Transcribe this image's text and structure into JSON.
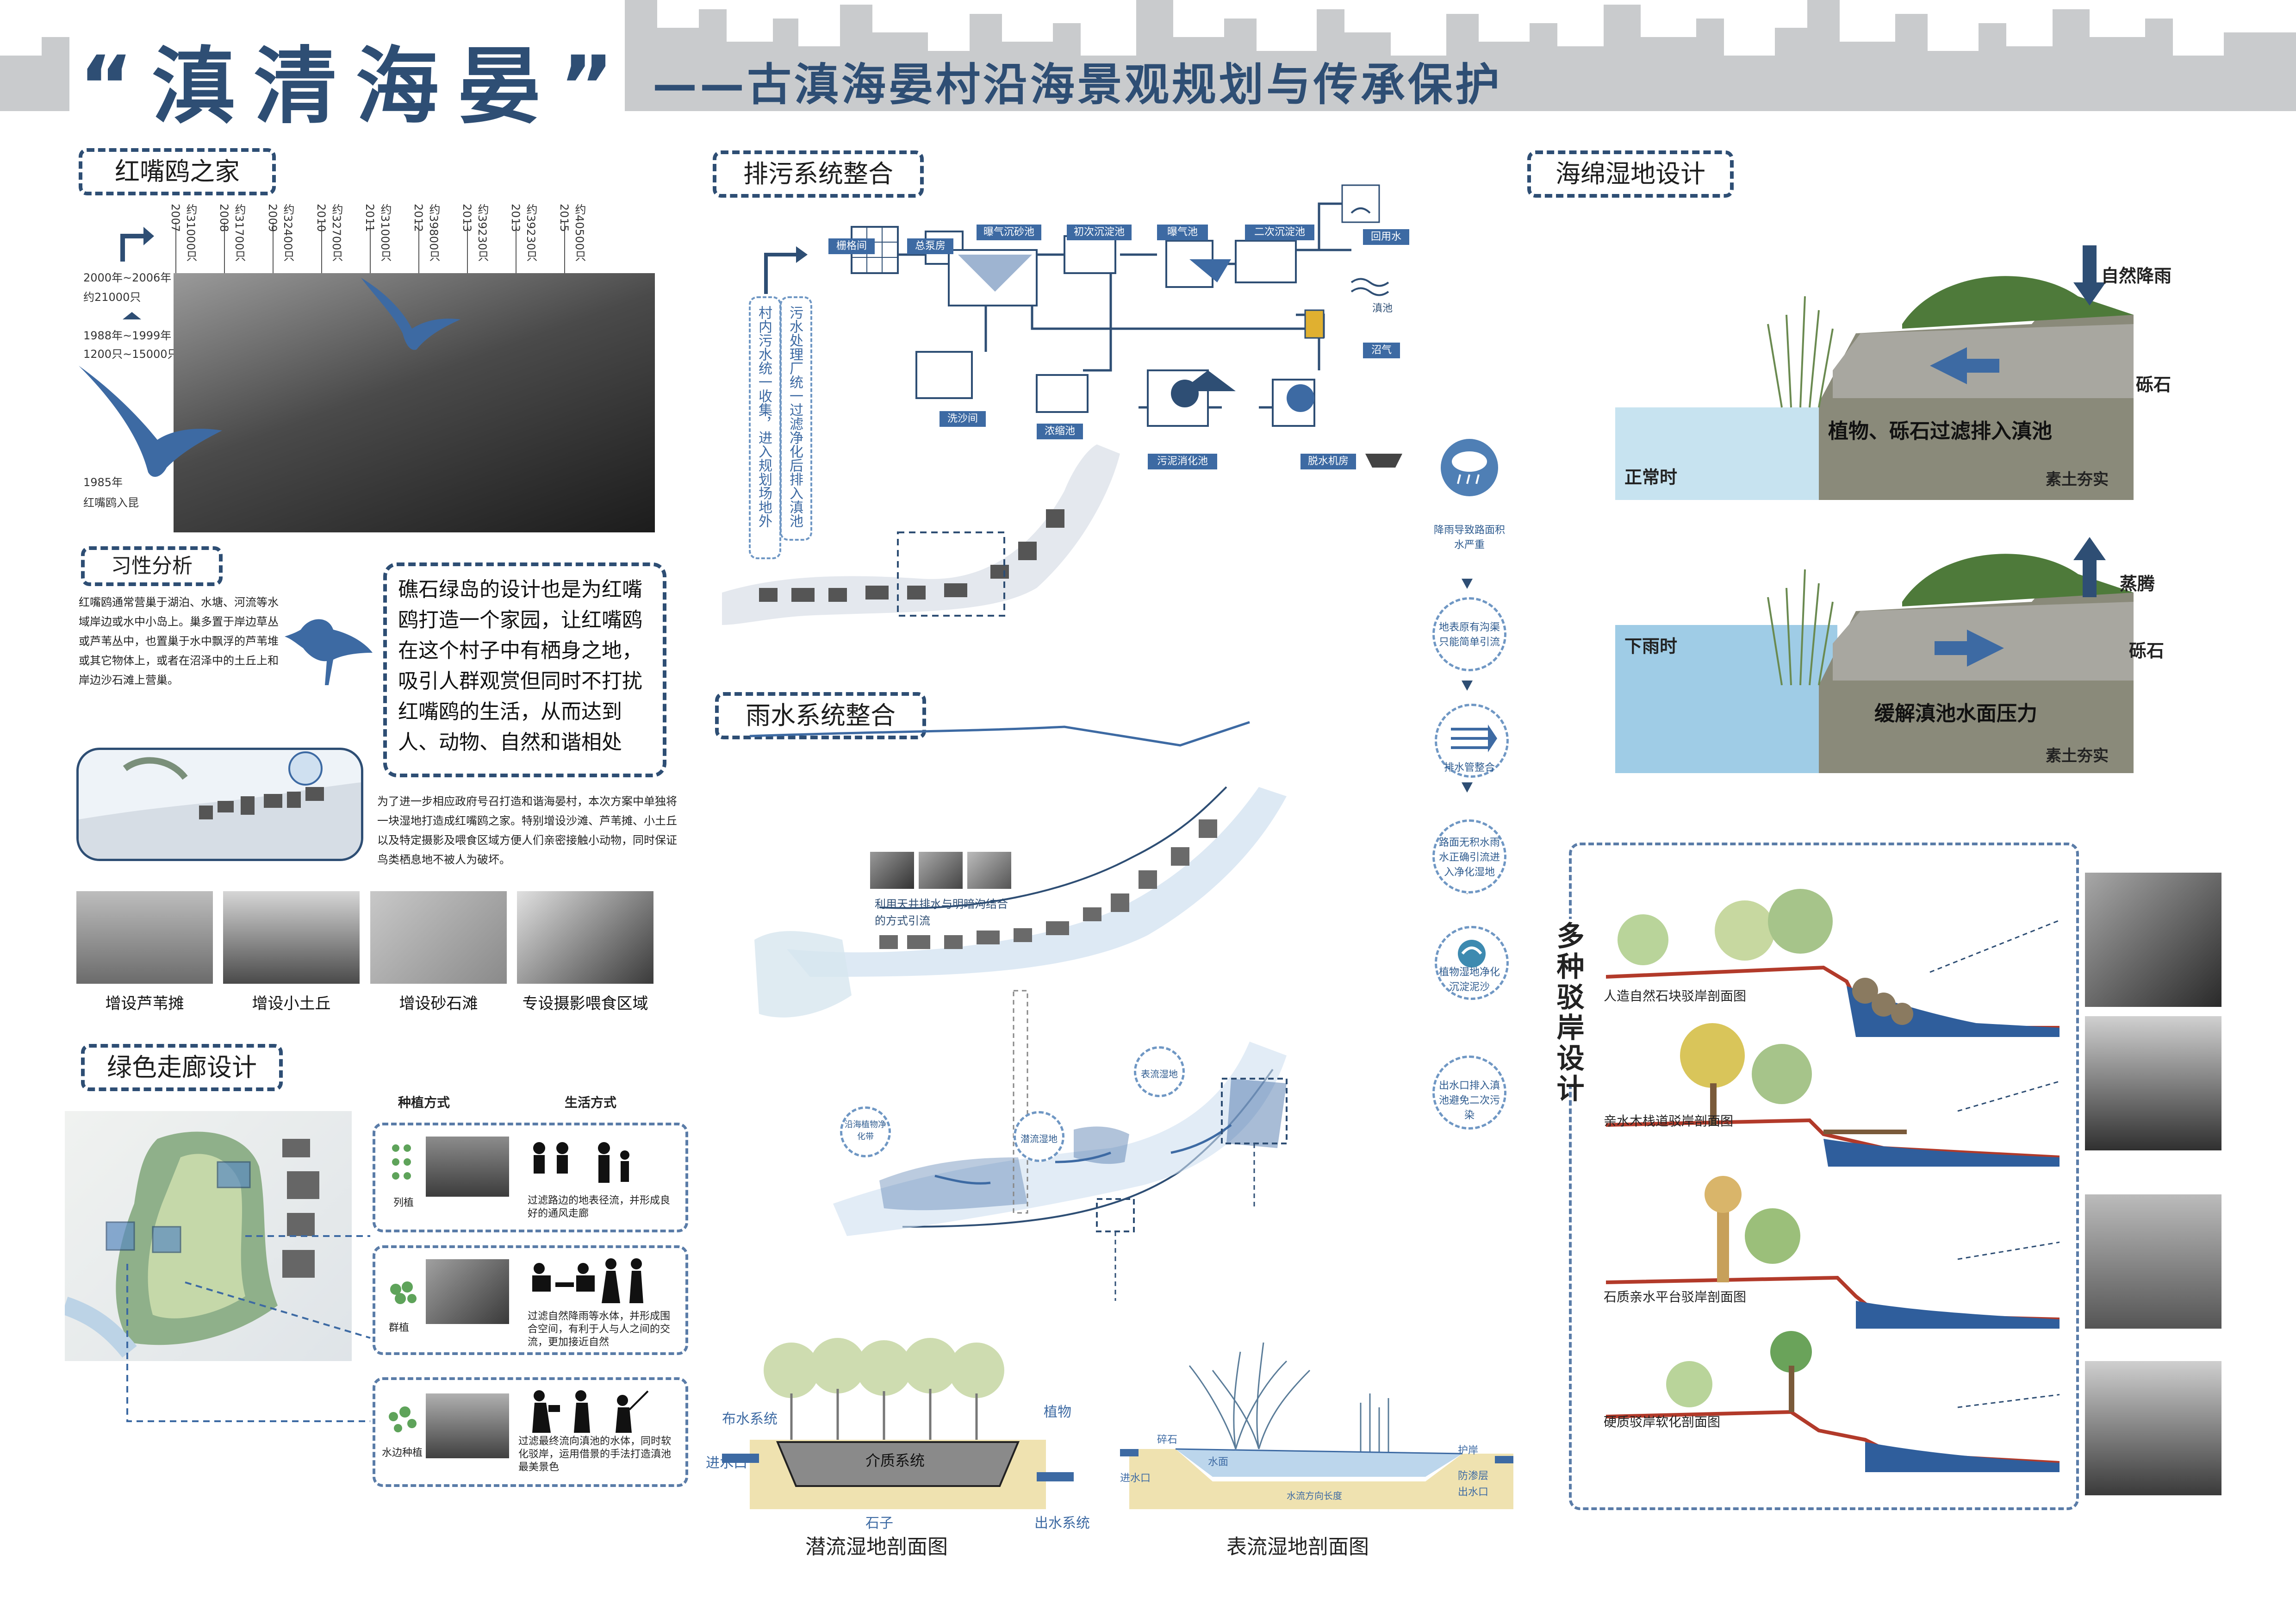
{
  "header": {
    "title": "“滇清海晏”",
    "subtitle": "——古滇海晏村沿海景观规划与传承保护"
  },
  "sections": {
    "gull_home": "红嘴鸥之家",
    "habits": "习性分析",
    "green_corridor": "绿色走廊设计",
    "sewage": "排污系统整合",
    "rain": "雨水系统整合",
    "sponge": "海绵湿地设计",
    "revetment": "多种驳岸设计"
  },
  "timeline": {
    "years": [
      "2007",
      "2008",
      "2009",
      "2010",
      "2011",
      "2012",
      "2013",
      "2013",
      "2015"
    ],
    "counts": [
      "约31000只",
      "约31700只",
      "约32400只",
      "约32700只",
      "约31000只",
      "约39800只",
      "约39230只",
      "约39230只",
      "约40500只"
    ],
    "note_2000": "2000年~2006年",
    "note_2000b": "约21000只",
    "note_1988": "1988年~1999年",
    "note_1988b": "1200只~15000只",
    "note_1985": "1985年",
    "note_1985b": "红嘴鸥入昆"
  },
  "habits_text": "红嘴鸥通常营巢于湖泊、水塘、河流等水域岸边或水中小岛上。巢多置于岸边草丛或芦苇丛中，也置巢于水中飘浮的芦苇堆或其它物体上，或者在沼泽中的土丘上和岸边沙石滩上营巢。",
  "callout": "礁石绿岛的设计也是为红嘴鸥打造一个家园，让红嘴鸥在这个村子中有栖身之地，吸引人群观赏但同时不打扰红嘴鸥的生活，从而达到人、动物、自然和谐相处",
  "policy_text": "为了进一步相应政府号召打造和谐海晏村，本次方案中单独将一块湿地打造成红嘴鸥之家。特别增设沙滩、芦苇摊、小土丘以及特定摄影及喂食区域方便人们亲密接触小动物，同时保证鸟类栖息地不被人为破坏。",
  "habitat_photos": [
    "增设芦苇摊",
    "增设小土丘",
    "增设砂石滩",
    "专设摄影喂食区域"
  ],
  "corridor": {
    "col1": "种植方式",
    "col2": "生活方式",
    "rows": [
      {
        "plant": "列植",
        "text": "过滤路边的地表径流，并形成良好的通风走廊"
      },
      {
        "plant": "群植",
        "text": "过滤自然降雨等水体，并形成围合空间，有利于人与人之间的交流，更加接近自然"
      },
      {
        "plant": "水边种植",
        "text": "过滤最终流向滇池的水体，同时软化驳岸，运用借景的手法打造滇池最美景色"
      }
    ]
  },
  "sewage_labels": {
    "vertical1": "村内污水统一收集，进入规划场地外",
    "vertical2": "污水处理厂统一过滤净化后排入滇池",
    "tags": [
      "栅格间",
      "总泵房",
      "曝气沉砂池",
      "初次沉淀池",
      "曝气池",
      "二次沉淀池",
      "回用水",
      "滇池",
      "沼气",
      "洗沙间",
      "浓缩池",
      "污泥消化池",
      "脱水机房"
    ]
  },
  "rain_flow": [
    "降雨导致路面积水严重",
    "地表原有沟渠只能简单引流",
    "排水管整合",
    "路面无积水雨水正确引流进入净化湿地",
    "植物湿地净化沉淀泥沙",
    "出水口排入滇池避免二次污染"
  ],
  "rain_map_labels": {
    "note": "利用天井排水与明暗沟结合的方式引流",
    "c1": "沿海植物净化带",
    "c2": "潜流湿地",
    "c3": "表流湿地"
  },
  "sub_section": {
    "title": "潜流湿地剖面图",
    "labels": [
      "布水系统",
      "植物",
      "进水口",
      "介质系统",
      "石子",
      "出水系统"
    ]
  },
  "surf_section": {
    "title": "表流湿地剖面图",
    "labels": [
      "碎石",
      "水面",
      "进水口",
      "护岸",
      "防渗层",
      "出水口",
      "水流方向长度"
    ]
  },
  "sponge": {
    "normal": {
      "state": "正常时",
      "rain": "自然降雨",
      "stone": "砾石",
      "text": "植物、砾石过滤排入滇池",
      "soil": "素土夯实"
    },
    "rain": {
      "state": "下雨时",
      "evap": "蒸腾",
      "stone": "砾石",
      "text": "缓解滇池水面压力",
      "soil": "素土夯实"
    }
  },
  "revetment_types": [
    "人造自然石块驳岸剖面图",
    "亲水木栈道驳岸剖面图",
    "石质亲水平台驳岸剖面图",
    "硬质驳岸软化剖面图"
  ],
  "colors": {
    "accent": "#2e4e74",
    "blue": "#3d6aa3",
    "light_blue": "#9cc0e0"
  }
}
